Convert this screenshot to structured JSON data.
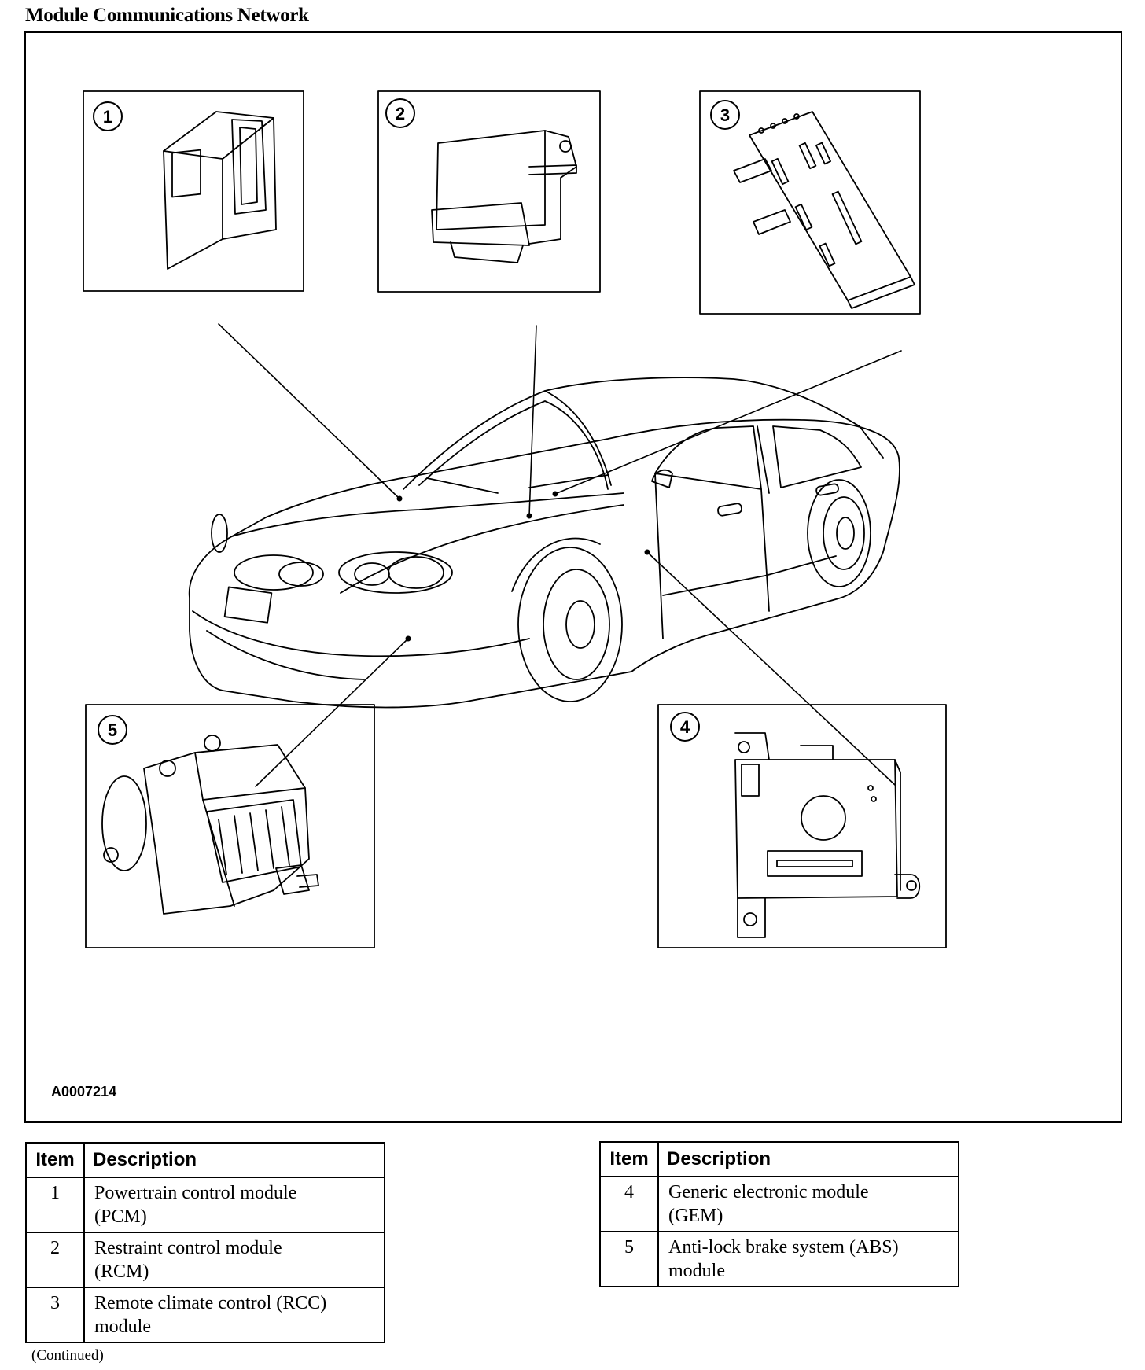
{
  "title": "Module Communications Network",
  "figure_code": "A0007214",
  "callouts": [
    "1",
    "2",
    "3",
    "4",
    "5"
  ],
  "tables": [
    {
      "headers": [
        "Item",
        "Description"
      ],
      "rows": [
        {
          "item": "1",
          "lines": [
            "Powertrain control module",
            "(PCM)"
          ]
        },
        {
          "item": "2",
          "lines": [
            "Restraint control module",
            "(RCM)"
          ]
        },
        {
          "item": "3",
          "lines": [
            "Remote climate control (RCC)",
            "module"
          ]
        }
      ]
    },
    {
      "headers": [
        "Item",
        "Description"
      ],
      "rows": [
        {
          "item": "4",
          "lines": [
            "Generic electronic module",
            "(GEM)"
          ]
        },
        {
          "item": "5",
          "lines": [
            "Anti-lock brake system (ABS)",
            "module"
          ]
        }
      ]
    }
  ],
  "continued": "(Continued)"
}
